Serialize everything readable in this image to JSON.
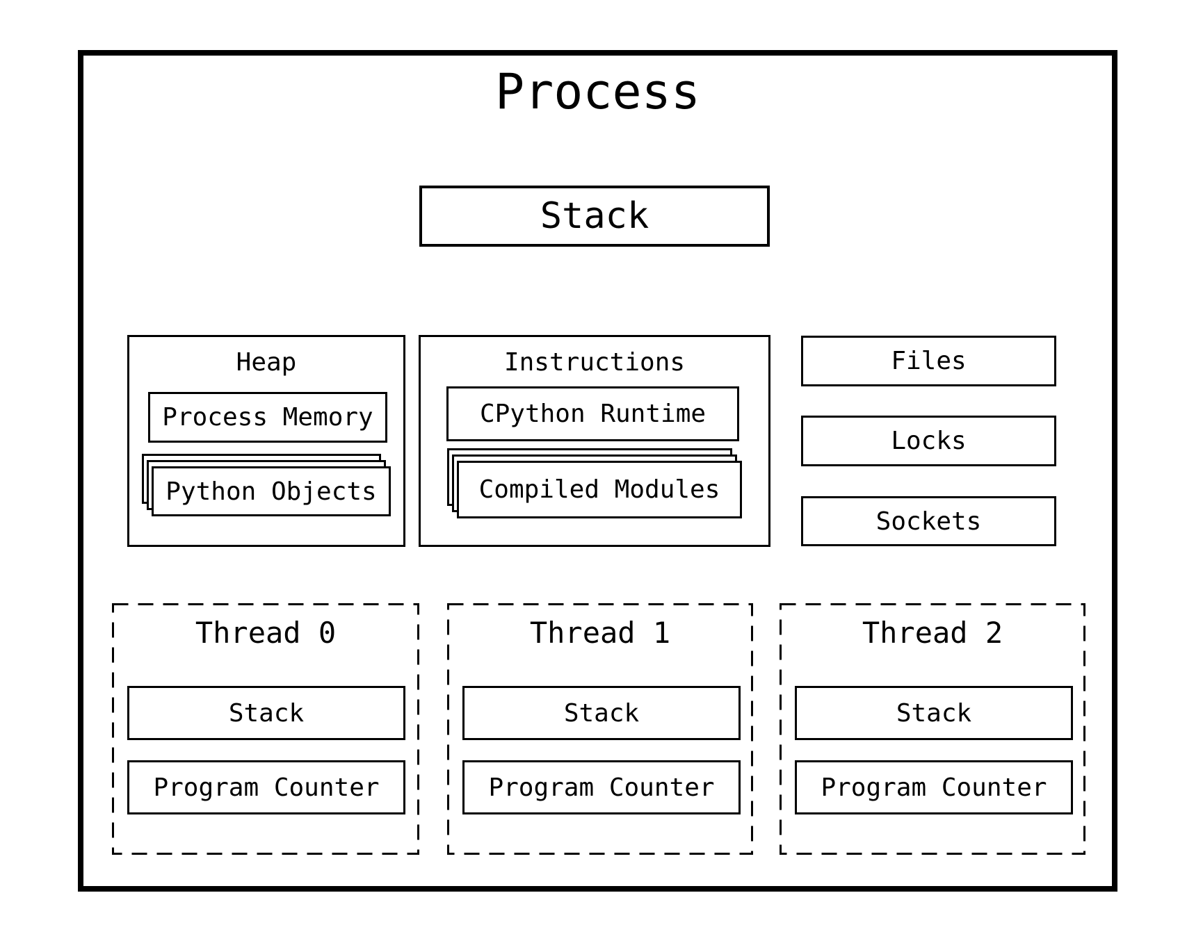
{
  "diagram": {
    "title": "Process",
    "main_stack_label": "Stack",
    "heap": {
      "title": "Heap",
      "process_memory_label": "Process Memory",
      "python_objects_label": "Python Objects"
    },
    "instructions": {
      "title": "Instructions",
      "cpython_runtime_label": "CPython Runtime",
      "compiled_modules_label": "Compiled Modules"
    },
    "resources": [
      {
        "label": "Files"
      },
      {
        "label": "Locks"
      },
      {
        "label": "Sockets"
      }
    ],
    "threads": [
      {
        "title": "Thread 0",
        "stack_label": "Stack",
        "program_counter_label": "Program Counter"
      },
      {
        "title": "Thread 1",
        "stack_label": "Stack",
        "program_counter_label": "Program Counter"
      },
      {
        "title": "Thread 2",
        "stack_label": "Stack",
        "program_counter_label": "Program Counter"
      }
    ],
    "colors": {
      "line": "#000000",
      "background": "#ffffff"
    }
  }
}
